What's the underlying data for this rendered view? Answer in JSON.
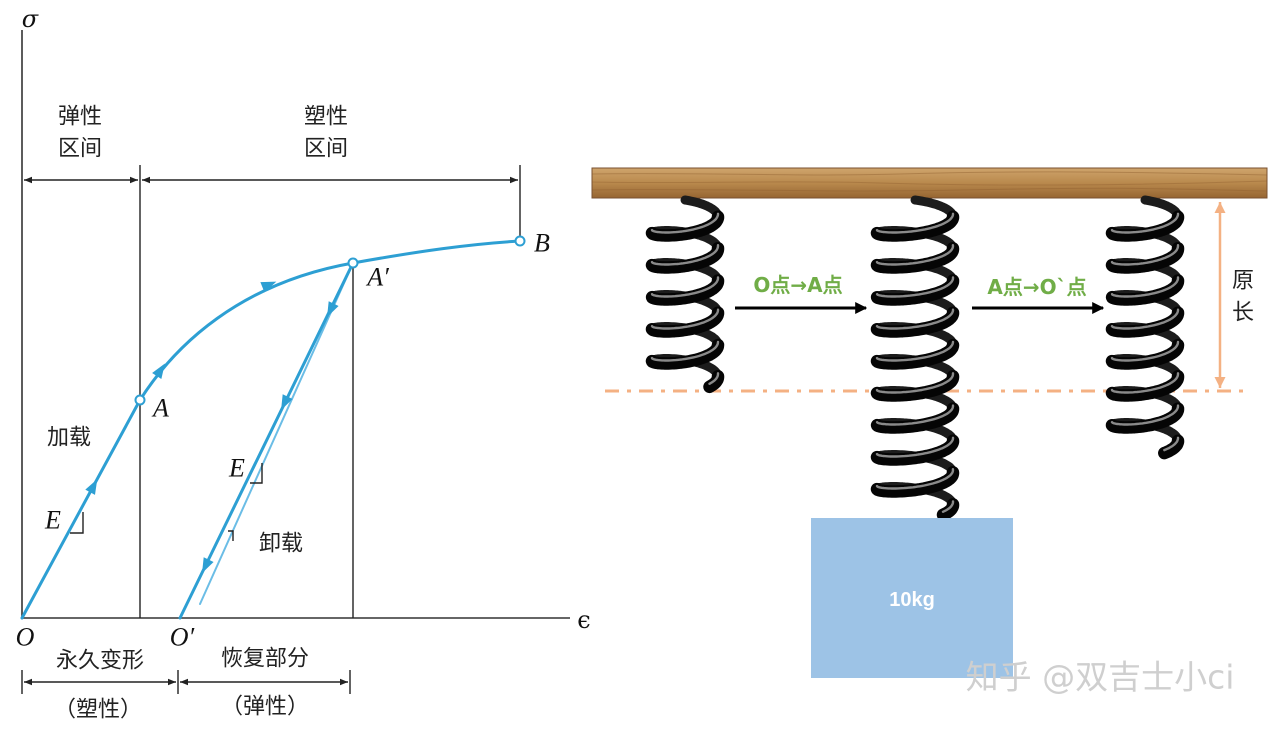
{
  "stress_strain_diagram": {
    "y_axis_label": "σ",
    "x_axis_label": "ϵ",
    "elastic_region_label": [
      "弹性",
      "区间"
    ],
    "plastic_region_label": [
      "塑性",
      "区间"
    ],
    "point_labels": {
      "origin": "O",
      "residual_origin": "O′",
      "A": "A",
      "A_prime": "A′",
      "B": "B"
    },
    "loading_label": "加载",
    "unloading_label": "卸载",
    "slope_label": "E",
    "permanent_deformation": {
      "label": "永久变形",
      "note": "（塑性）"
    },
    "recovered_part": {
      "label": "恢复部分",
      "note": "（弹性）"
    }
  },
  "spring_demo": {
    "step_1_label": "O点→A点",
    "step_2_label": "A点→O`点",
    "mass_label": "10kg",
    "original_length_label": [
      "原",
      "长"
    ]
  },
  "watermark": "知乎 @双吉士小ci",
  "colors": {
    "curve": "#2d9fd3",
    "label_blue": "#3d7cc0",
    "step_text": "#70ad47",
    "mass_block": "#9dc3e6",
    "original_length": "#f4b183",
    "wood": "#b9894d"
  }
}
